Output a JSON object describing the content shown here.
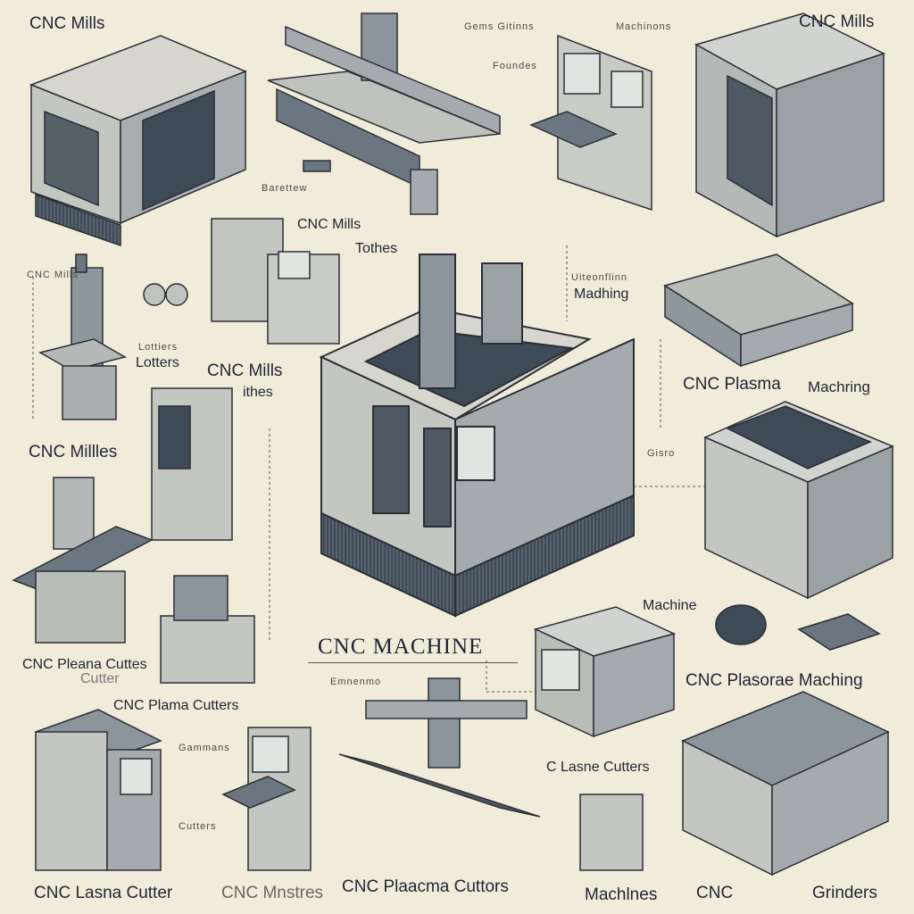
{
  "title": "CNC MACHINE",
  "colors": {
    "background": "#f1ecda",
    "metal": "#b9bdb8",
    "dark": "#3e4a56",
    "screen": "#dfe6e2"
  },
  "labels": {
    "top_left": "CNC Mills",
    "top_right": "CNC Mills",
    "top_mid_a": "Gems Gitinns",
    "top_mid_b": "Machinons",
    "top_mid_c": "Foundes",
    "upper_left_small": "Barettew",
    "mills_mid": "CNC Mills",
    "tothes": "Tothes",
    "small_left": "CNC Mills",
    "lotters_a": "Lottiers",
    "lotters_b": "Lotters",
    "mills_left": "CNC Mills",
    "ithes": "ithes",
    "millles": "CNC Millles",
    "madhing_a": "Uiteonflinn",
    "madhing": "Madhing",
    "plasma_machring": "CNC Plasma",
    "machring": "Machring",
    "gisro": "Gisro",
    "machine_right": "Machine",
    "plasorae": "CNC Plasorae Maching",
    "pleana_cuttes": "CNC Pleana Cuttes",
    "cutter": "Cutter",
    "plama_cutters": "CNC Plama Cutters",
    "cutters_small_a": "Gammans",
    "cutters_small_b": "Cutters",
    "center_small": "Emnenmo",
    "lasne_cutters": "C Lasne Cutters",
    "bottom_1": "CNC Lasna Cutter",
    "bottom_2": "CNC Mnstres",
    "bottom_3": "CNC Plaacma Cuttors",
    "bottom_4": "Machlnes",
    "bottom_5": "CNC",
    "bottom_6": "Grinders"
  }
}
